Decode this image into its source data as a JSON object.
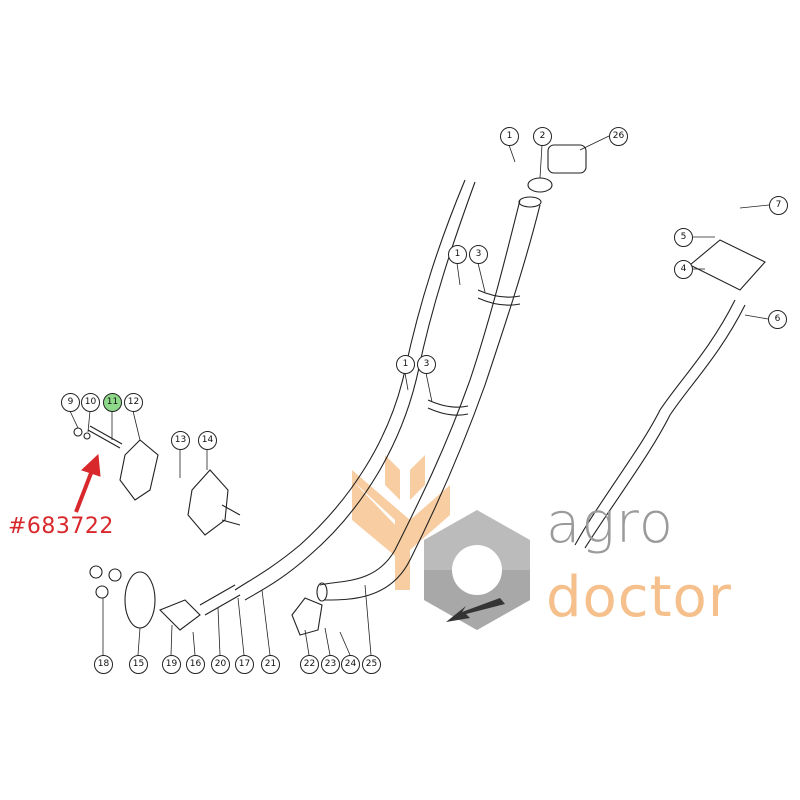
{
  "diagram": {
    "part_number_label": "#683722",
    "highlighted_callout": "11",
    "callouts": [
      "1",
      "2",
      "26",
      "7",
      "5",
      "4",
      "6",
      "1",
      "3",
      "1",
      "3",
      "9",
      "10",
      "11",
      "12",
      "13",
      "14",
      "18",
      "15",
      "19",
      "16",
      "20",
      "17",
      "21",
      "22",
      "23",
      "24",
      "25"
    ],
    "colors": {
      "highlight": "#8fd98a",
      "part_number": "#d8282c",
      "brand_gray": "#9a9a9a",
      "brand_orange": "#f5c08c"
    }
  },
  "watermark": {
    "line1": "agro",
    "line2": "doctor"
  }
}
